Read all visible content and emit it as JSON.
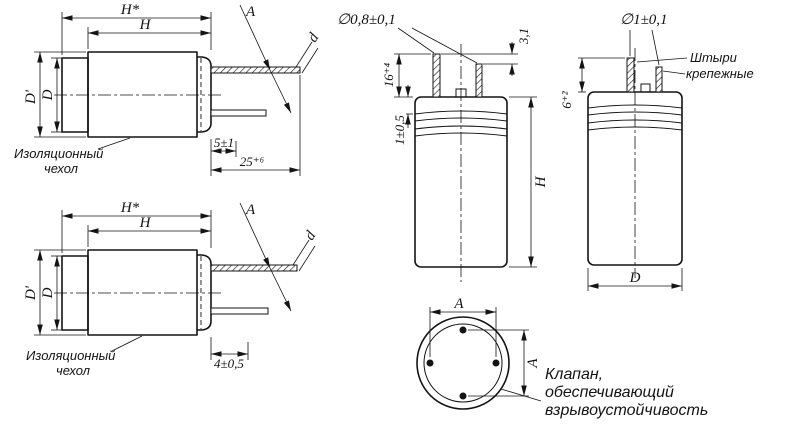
{
  "page": {
    "background": "#ffffff",
    "line_color": "#141414"
  },
  "views": {
    "cap_axial_top": {
      "dims": {
        "overall_len": "H*",
        "body_len": "H",
        "dia_outer": "D'",
        "dia_body": "D",
        "lead_spacing": "A",
        "lead_dia": "d",
        "seal_len": "5±1",
        "lead_len": "25⁺⁶"
      },
      "callout": {
        "line1": "Изоляционный",
        "line2": "чехол"
      }
    },
    "cap_axial_bottom": {
      "dims": {
        "overall_len": "H*",
        "body_len": "H",
        "dia_outer": "D'",
        "dia_body": "D",
        "lead_spacing": "A",
        "lead_dia": "d",
        "seal_len": "4±0,5"
      },
      "callout": {
        "line1": "Изоляционный",
        "line2": "чехол"
      }
    },
    "cap_front": {
      "dims": {
        "pin_dia": "∅0,8±0,1",
        "pin_offset": "3,1",
        "pin_len": "16⁺⁴",
        "crimp": "1±0,5",
        "height": "H"
      }
    },
    "cap_side": {
      "dims": {
        "pin_dia": "∅1±0,1",
        "pin_len": "6⁺²",
        "dia": "D"
      },
      "callout": {
        "line1": "Штыри",
        "line2": "крепежные"
      }
    },
    "cap_bottom": {
      "dims": {
        "span_h": "A",
        "span_v": "A"
      },
      "callout": {
        "line1": "Клапан,",
        "line2": "обеспечивающий",
        "line3": "взрывоустойчивость"
      }
    }
  }
}
